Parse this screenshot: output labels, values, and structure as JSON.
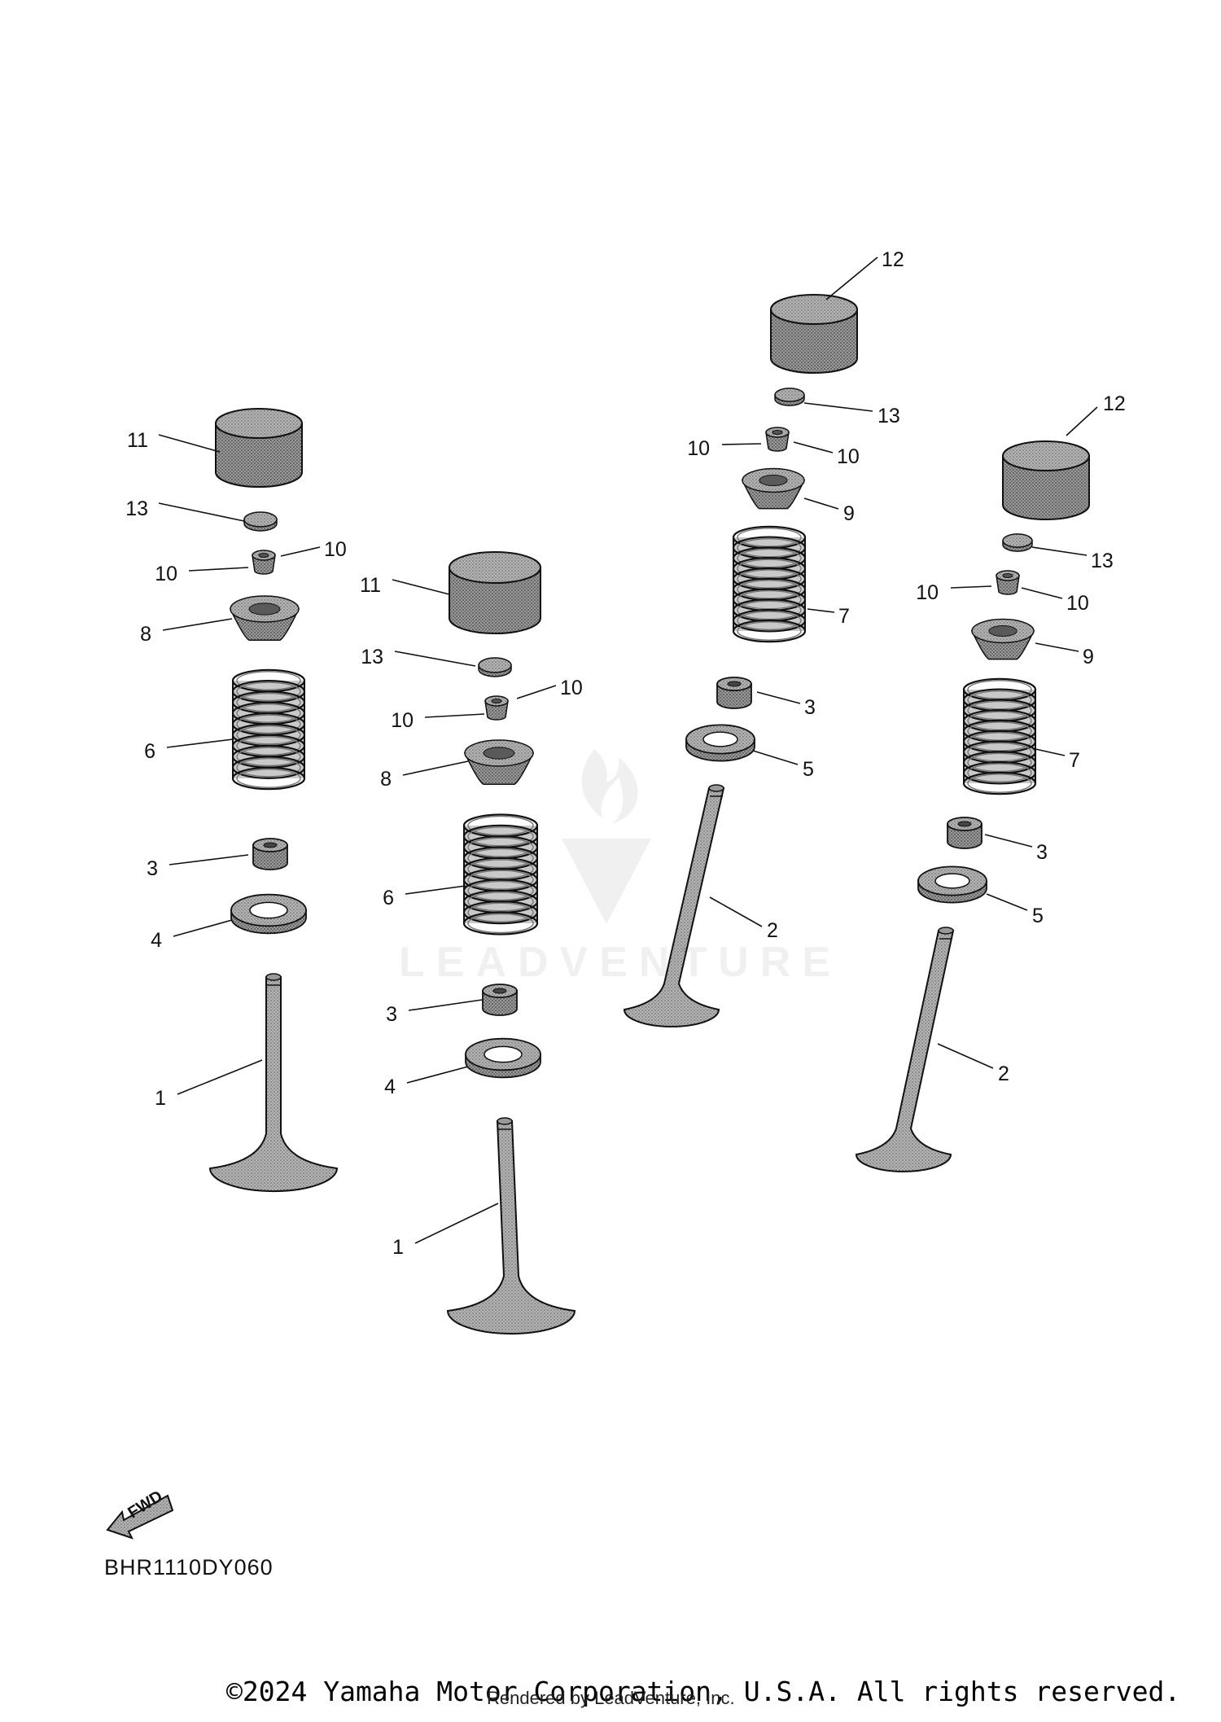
{
  "diagram": {
    "code": "BHR1110DY060",
    "copyright": "©2024 Yamaha Motor Corporation, U.S.A. All rights reserved.",
    "rendered_by": "Rendered by LeadVenture, Inc.",
    "fwd_label": "FWD",
    "watermark": "LEADVENTURE",
    "colors": {
      "part_fill": "#a9a9a9",
      "part_shade": "#8e8e8e",
      "line": "#111111",
      "background": "#ffffff"
    }
  },
  "callouts": [
    {
      "num": "11"
    },
    {
      "num": "13"
    },
    {
      "num": "10"
    },
    {
      "num": "10"
    },
    {
      "num": "8"
    },
    {
      "num": "6"
    },
    {
      "num": "3"
    },
    {
      "num": "4"
    },
    {
      "num": "1"
    },
    {
      "num": "11"
    },
    {
      "num": "13"
    },
    {
      "num": "10"
    },
    {
      "num": "10"
    },
    {
      "num": "8"
    },
    {
      "num": "6"
    },
    {
      "num": "3"
    },
    {
      "num": "4"
    },
    {
      "num": "1"
    },
    {
      "num": "12"
    },
    {
      "num": "13"
    },
    {
      "num": "10"
    },
    {
      "num": "10"
    },
    {
      "num": "9"
    },
    {
      "num": "7"
    },
    {
      "num": "3"
    },
    {
      "num": "5"
    },
    {
      "num": "2"
    },
    {
      "num": "12"
    },
    {
      "num": "13"
    },
    {
      "num": "10"
    },
    {
      "num": "10"
    },
    {
      "num": "9"
    },
    {
      "num": "7"
    },
    {
      "num": "3"
    },
    {
      "num": "5"
    },
    {
      "num": "2"
    }
  ]
}
